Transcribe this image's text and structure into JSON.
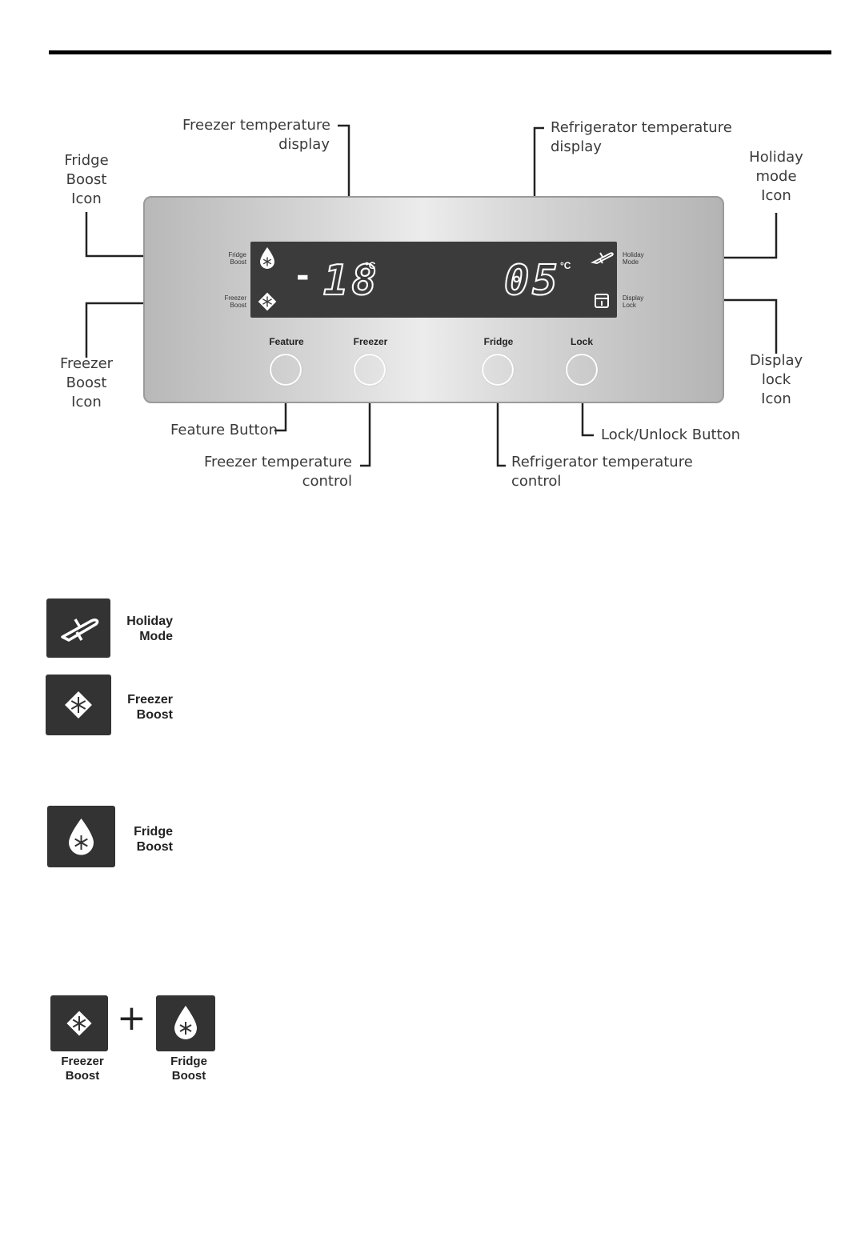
{
  "callouts": {
    "freezer_temp_display": "Freezer temperature\ndisplay",
    "fridge_temp_display": "Refrigerator temperature\ndisplay",
    "fridge_boost_icon": "Fridge\nBoost\nIcon",
    "holiday_mode_icon": "Holiday\nmode\nIcon",
    "freezer_boost_icon": "Freezer\nBoost\nIcon",
    "display_lock_icon": "Display\nlock\nIcon",
    "feature_button": "Feature Button",
    "lock_unlock_button": "Lock/Unlock Button",
    "freezer_temp_control": "Freezer temperature\ncontrol",
    "fridge_temp_control": "Refrigerator temperature\ncontrol"
  },
  "panel": {
    "fridge_boost_label": "Fridge\nBoost",
    "freezer_boost_label": "Freezer\nBoost",
    "holiday_mode_label": "Holiday\nMode",
    "display_lock_label": "Display\nLock",
    "freezer_sign": "-",
    "freezer_value": "18",
    "fridge_value": "05",
    "unit": "°C",
    "buttons": {
      "feature": "Feature",
      "freezer": "Freezer",
      "fridge": "Fridge",
      "lock": "Lock"
    }
  },
  "legend": {
    "holiday_mode": "Holiday\nMode",
    "freezer_boost": "Freezer\nBoost",
    "fridge_boost": "Fridge\nBoost"
  },
  "combo": {
    "freezer_boost": "Freezer\nBoost",
    "plus": "+",
    "fridge_boost": "Fridge\nBoost"
  },
  "icons": {
    "holiday": "airplane-icon",
    "freezer_boost": "snowflake-diamond-icon",
    "fridge_boost": "droplet-snowflake-icon",
    "display_lock": "lock-icon"
  }
}
